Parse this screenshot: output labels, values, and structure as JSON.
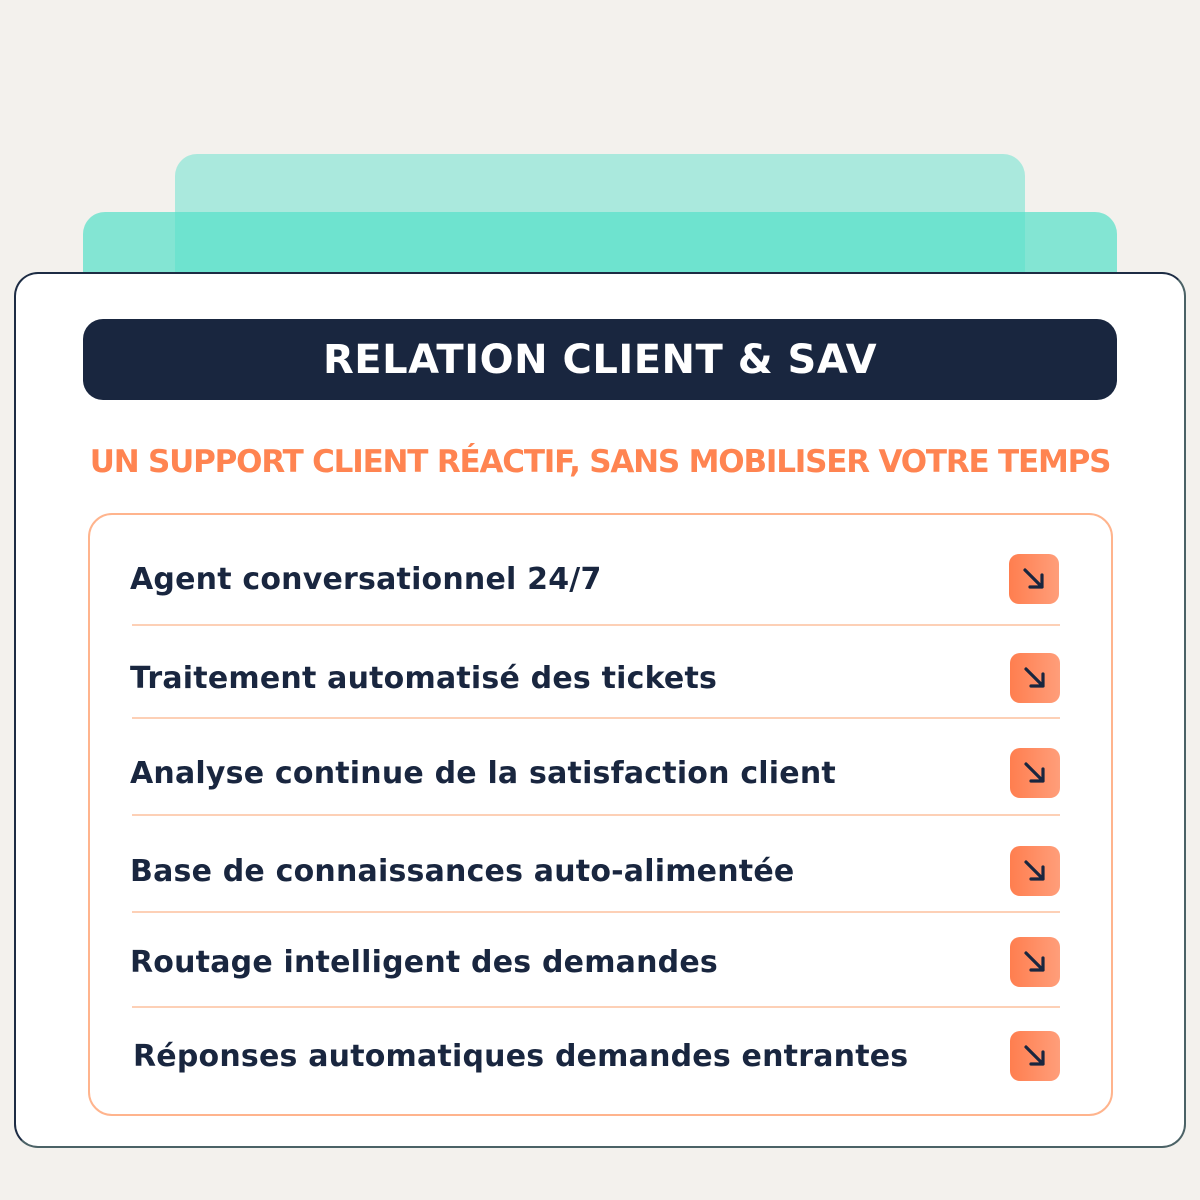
{
  "header": {
    "title": "RELATION CLIENT & SAV",
    "subtitle": "UN SUPPORT CLIENT RÉACTIF, SANS MOBILISER VOTRE TEMPS"
  },
  "list": {
    "items": [
      {
        "label": "Agent conversationnel 24/7",
        "icon": "arrow-down-right-icon"
      },
      {
        "label": "Traitement automatisé des tickets",
        "icon": "arrow-down-right-icon"
      },
      {
        "label": "Analyse continue de la satisfaction client",
        "icon": "arrow-down-right-icon"
      },
      {
        "label": "Base de connaissances auto-alimentée",
        "icon": "arrow-down-right-icon"
      },
      {
        "label": "Routage intelligent des demandes",
        "icon": "arrow-down-right-icon"
      },
      {
        "label": "Réponses automatiques demandes entrantes",
        "icon": "arrow-down-right-icon"
      }
    ]
  },
  "colors": {
    "background": "#f3f1ed",
    "teal_back": "#aae9dd",
    "teal_front": "#7fe6d2",
    "navy": "#19263f",
    "orange": "#ff8451",
    "orange_border": "#ffb48d"
  }
}
